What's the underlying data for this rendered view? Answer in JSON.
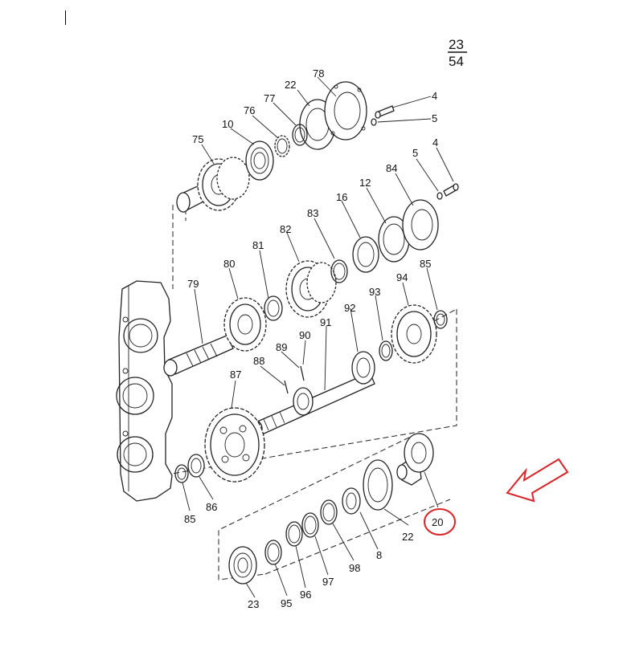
{
  "page_number": {
    "top": "23",
    "bottom": "54"
  },
  "highlight": {
    "part": "20",
    "color": "#d9252a"
  },
  "parts": [
    {
      "id": "part-78",
      "label": "78"
    },
    {
      "id": "part-22-top",
      "label": "22"
    },
    {
      "id": "part-77",
      "label": "77"
    },
    {
      "id": "part-76",
      "label": "76"
    },
    {
      "id": "part-10",
      "label": "10"
    },
    {
      "id": "part-75",
      "label": "75"
    },
    {
      "id": "part-4-top",
      "label": "4"
    },
    {
      "id": "part-5-top",
      "label": "5"
    },
    {
      "id": "part-5-mid",
      "label": "5"
    },
    {
      "id": "part-4-mid",
      "label": "4"
    },
    {
      "id": "part-84",
      "label": "84"
    },
    {
      "id": "part-12",
      "label": "12"
    },
    {
      "id": "part-16",
      "label": "16"
    },
    {
      "id": "part-83",
      "label": "83"
    },
    {
      "id": "part-82",
      "label": "82"
    },
    {
      "id": "part-81",
      "label": "81"
    },
    {
      "id": "part-80",
      "label": "80"
    },
    {
      "id": "part-79",
      "label": "79"
    },
    {
      "id": "part-85-right",
      "label": "85"
    },
    {
      "id": "part-94",
      "label": "94"
    },
    {
      "id": "part-93",
      "label": "93"
    },
    {
      "id": "part-92",
      "label": "92"
    },
    {
      "id": "part-91",
      "label": "91"
    },
    {
      "id": "part-90",
      "label": "90"
    },
    {
      "id": "part-89",
      "label": "89"
    },
    {
      "id": "part-88",
      "label": "88"
    },
    {
      "id": "part-87",
      "label": "87"
    },
    {
      "id": "part-86",
      "label": "86"
    },
    {
      "id": "part-85-left",
      "label": "85"
    },
    {
      "id": "part-20",
      "label": "20"
    },
    {
      "id": "part-22-bottom",
      "label": "22"
    },
    {
      "id": "part-8",
      "label": "8"
    },
    {
      "id": "part-98",
      "label": "98"
    },
    {
      "id": "part-97",
      "label": "97"
    },
    {
      "id": "part-96",
      "label": "96"
    },
    {
      "id": "part-95",
      "label": "95"
    },
    {
      "id": "part-23",
      "label": "23"
    }
  ],
  "icons": {
    "arrow": "pointer-arrow-icon"
  }
}
